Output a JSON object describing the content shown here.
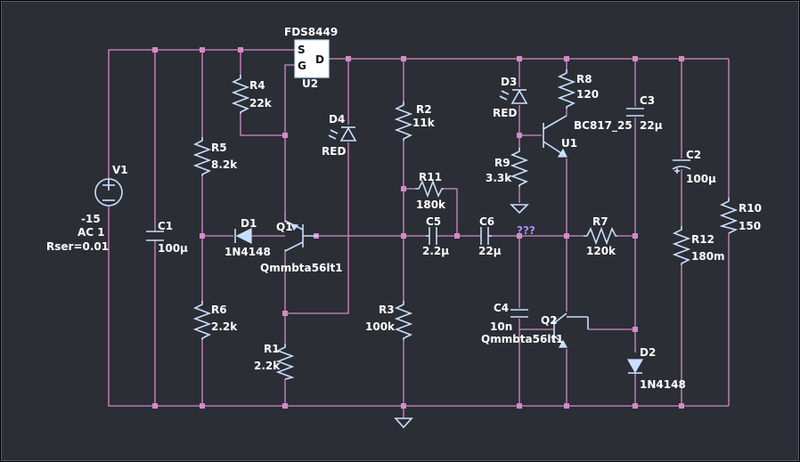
{
  "colors": {
    "background": "#2b2e35",
    "wire": "#d48ac8",
    "component": "#c9dfff",
    "text": "#ffffff",
    "unknown_net": "#b08cff"
  },
  "labels": {
    "u2_part": "FDS8449",
    "u2_pin_s": "S",
    "u2_pin_g": "G",
    "u2_pin_d": "D",
    "u2_ref": "U2",
    "r4_ref": "R4",
    "r4_value": "22k",
    "d4_ref": "D4",
    "d4_value": "RED",
    "r2_ref": "R2",
    "r2_value": "11k",
    "r5_ref": "R5",
    "r5_value": "8.2k",
    "v1_ref": "V1",
    "v1_dc": "-15",
    "v1_ac": "AC 1",
    "v1_rser": "Rser=0.01",
    "c1_ref": "C1",
    "c1_value": "100µ",
    "d1_ref": "D1",
    "d1_value": "1N4148",
    "q1_ref": "Q1",
    "q1_value": "Qmmbta56lt1",
    "r6_ref": "R6",
    "r6_value": "2.2k",
    "r1_ref": "R1",
    "r1_value": "2.2k",
    "r3_ref": "R3",
    "r3_value": "100k",
    "r11_ref": "R11",
    "r11_value": "180k",
    "c5_ref": "C5",
    "c5_value": "2.2µ",
    "c6_ref": "C6",
    "c6_value": "22µ",
    "net_unknown": "???",
    "d3_ref": "D3",
    "d3_value": "RED",
    "r9_ref": "R9",
    "r9_value": "3.3k",
    "r8_ref": "R8",
    "r8_value": "120",
    "u1_part": "BC817_25",
    "u1_ref": "U1",
    "r7_ref": "R7",
    "r7_value": "120k",
    "c3_ref": "C3",
    "c3_value": "22µ",
    "c2_ref": "C2",
    "c2_value": "100µ",
    "r10_ref": "R10",
    "r10_value": "150",
    "r12_ref": "R12",
    "r12_value": "180m",
    "c4_ref": "C4",
    "c4_value": "10n",
    "c4_part": "Qmmbta56lt1",
    "q2_ref": "Q2",
    "d2_ref": "D2",
    "d2_value": "1N4148"
  }
}
